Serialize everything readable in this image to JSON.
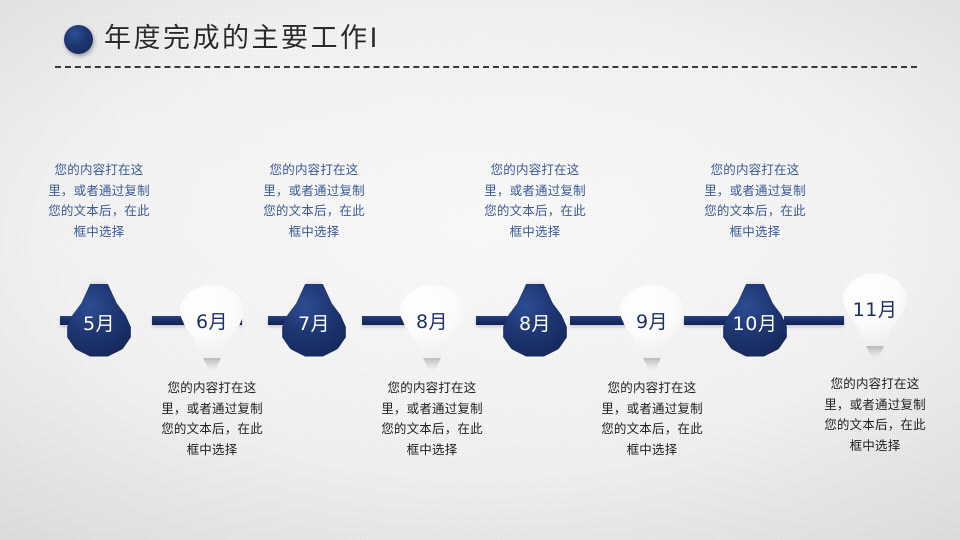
{
  "header": {
    "title": "年度完成的主要工作I",
    "bullet_color": "#1d3670",
    "rule_style": "dashed"
  },
  "theme": {
    "accent_navy": "#1b3068",
    "pin_blue": "#1d3570",
    "pin_white": "#fbfbfb",
    "caption_top_color": "#3a5a96",
    "caption_bottom_color": "#1f1f1f",
    "background": "#f2f2f2"
  },
  "timeline": {
    "body_text": "您的内容打在这里，或者通过复制您的文本后，在此框中选择",
    "milestones": [
      {
        "label": "5月",
        "style": "blue",
        "tip": "up",
        "caption_position": "top"
      },
      {
        "label": "6月",
        "style": "white",
        "tip": "down",
        "caption_position": "bottom"
      },
      {
        "label": "7月",
        "style": "blue",
        "tip": "up",
        "caption_position": "top"
      },
      {
        "label": "8月",
        "style": "white",
        "tip": "down",
        "caption_position": "bottom"
      },
      {
        "label": "8月",
        "style": "blue",
        "tip": "up",
        "caption_position": "top"
      },
      {
        "label": "9月",
        "style": "white",
        "tip": "down",
        "caption_position": "bottom"
      },
      {
        "label": "10月",
        "style": "blue",
        "tip": "up",
        "caption_position": "top"
      },
      {
        "label": "11月",
        "style": "white",
        "tip": "down",
        "caption_position": "bottom"
      }
    ]
  }
}
